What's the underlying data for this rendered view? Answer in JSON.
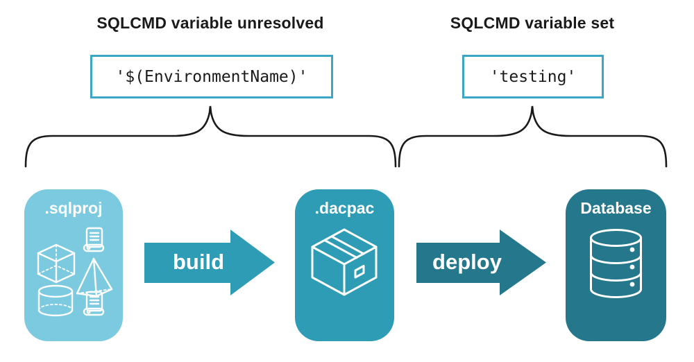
{
  "left_group": {
    "title": "SQLCMD variable unresolved",
    "code": "'$(EnvironmentName)'"
  },
  "right_group": {
    "title": "SQLCMD variable set",
    "code": "'testing'"
  },
  "pipeline": {
    "sqlproj": {
      "label": ".sqlproj"
    },
    "dacpac": {
      "label": ".dacpac"
    },
    "database": {
      "label": "Database"
    },
    "build_arrow": {
      "label": "build"
    },
    "deploy_arrow": {
      "label": "deploy"
    }
  },
  "icon_names": [
    "cube-icon",
    "script-icon",
    "pyramid-icon",
    "cylinder-icon",
    "package-icon",
    "database-icon"
  ],
  "colors": {
    "light_blue": "#7ccadf",
    "teal": "#2e9cb5",
    "dark_teal": "#25788c",
    "code_border": "#3ba7c4",
    "brace": "#1a1a1a",
    "text": "#1a1a1a",
    "icon_stroke": "#ffffff"
  }
}
